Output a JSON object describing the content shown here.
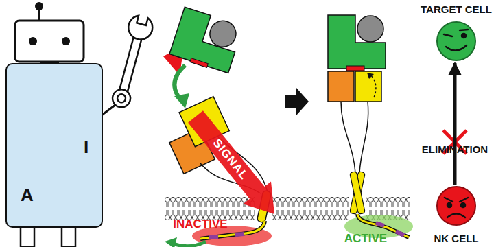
{
  "diagram": {
    "nodes": [
      {
        "text": [
          "I",
          "A"
        ]
      },
      {
        "text": [
          "TARGET CELL"
        ]
      },
      {
        "text": [
          "NK CELL"
        ]
      }
    ],
    "edges": [
      {
        "from": 2,
        "to": 1,
        "arrow": "to",
        "label": "ELIMINATION"
      }
    ],
    "labels": [
      "SIGNAL",
      "INACTIVE",
      "ACTIVE"
    ]
  }
}
